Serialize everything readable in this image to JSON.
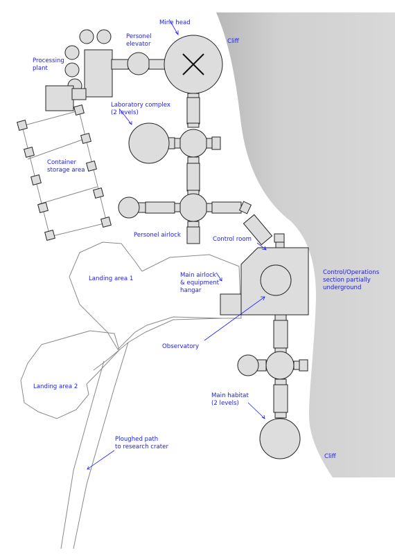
{
  "colors": {
    "label": "#1a1aff",
    "module_fill": "#dddddd",
    "cliff_fill": "#c8c8c8",
    "outline": "#222222",
    "boundary": "#888888"
  },
  "labels": {
    "mine_head": "Mine head",
    "cliff_top": "Cliff",
    "personel_elevator": [
      "Personel",
      "elevator"
    ],
    "processing_plant": [
      "Processing",
      "plant"
    ],
    "laboratory_complex": [
      "Laboratory complex",
      "(2 levels)"
    ],
    "container_storage": [
      "Container",
      "storage area"
    ],
    "personel_airlock": "Personel airlock",
    "control_room": "Control room",
    "landing_area_1": "Landing area 1",
    "main_airlock": [
      "Main airlock",
      "& equipment",
      "hangar"
    ],
    "control_operations": [
      "Control/Operations",
      "section partially",
      "underground"
    ],
    "observatory": "Observatory",
    "landing_area_2": "Landing area 2",
    "main_habitat": [
      "Main habitat",
      "(2 levels)"
    ],
    "ploughed_path": [
      "Ploughed path",
      "to research crater"
    ],
    "cliff_bottom": "Cliff"
  }
}
